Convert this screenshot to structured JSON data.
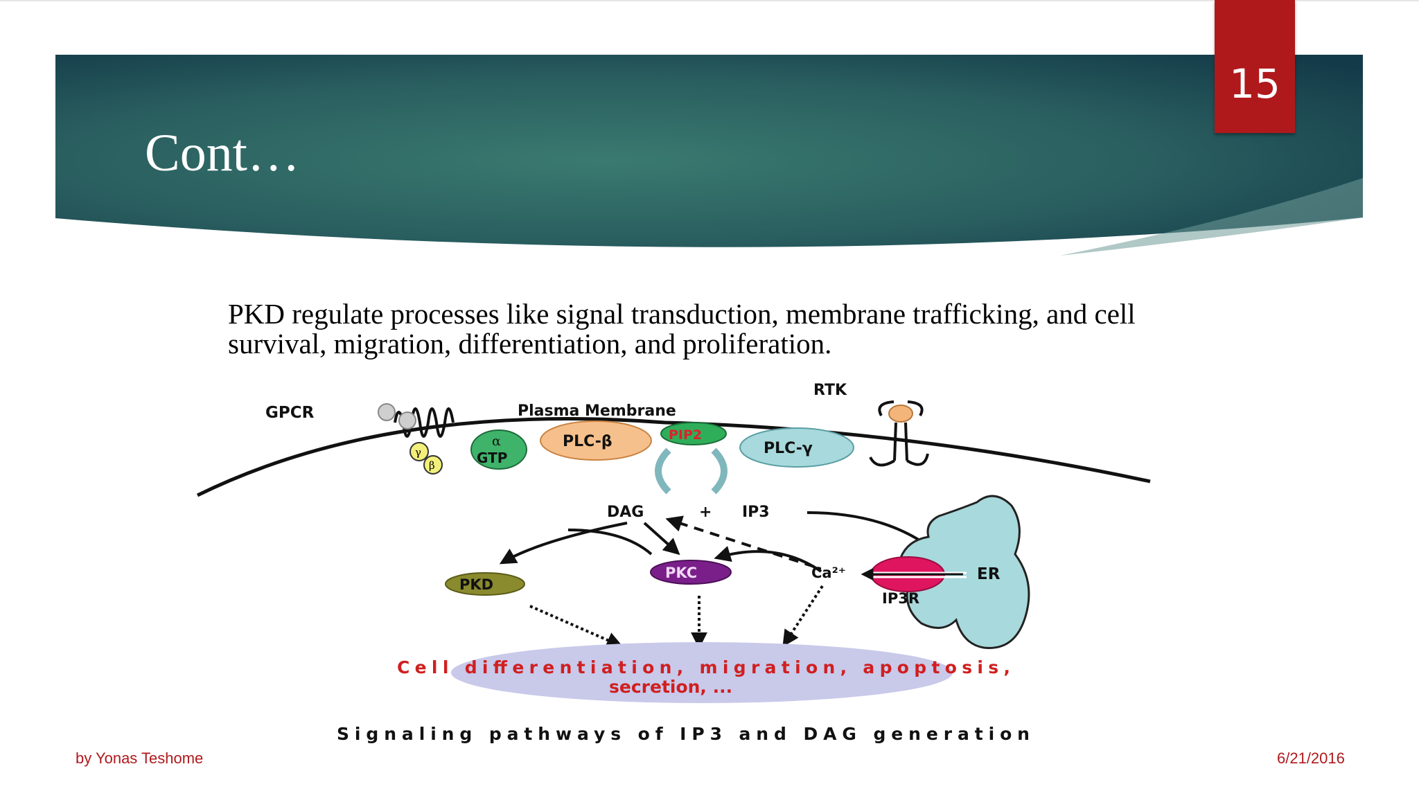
{
  "slide": {
    "page_number": "15",
    "title": "Cont…",
    "body": "PKD regulate processes like signal transduction, membrane trafficking, and cell survival, migration, differentiation, and proliferation.",
    "footer_left": "by Yonas Teshome",
    "footer_right": "6/21/2016"
  },
  "colors": {
    "banner_dark": "#133a48",
    "banner_mid": "#2e6b66",
    "accent_red": "#b0191c"
  },
  "figure": {
    "gpcr": "GPCR",
    "plasma_membrane": "Plasma Membrane",
    "rtk": "RTK",
    "gamma": "γ",
    "beta": "β",
    "alpha": "α",
    "gtp": "GTP",
    "plc_beta": "PLC-β",
    "pip2": "PIP2",
    "plc_gamma": "PLC-γ",
    "dag": "DAG",
    "plus": "+",
    "ip3": "IP3",
    "pkd": "PKD",
    "pkc": "PKC",
    "ca": "Ca²⁺",
    "er": "ER",
    "ip3r": "IP3R",
    "outcome_line1": "Cell differentiation, migration, apoptosis,",
    "outcome_line2": "secretion, ...",
    "caption": "Signaling pathways of IP3 and DAG generation"
  }
}
